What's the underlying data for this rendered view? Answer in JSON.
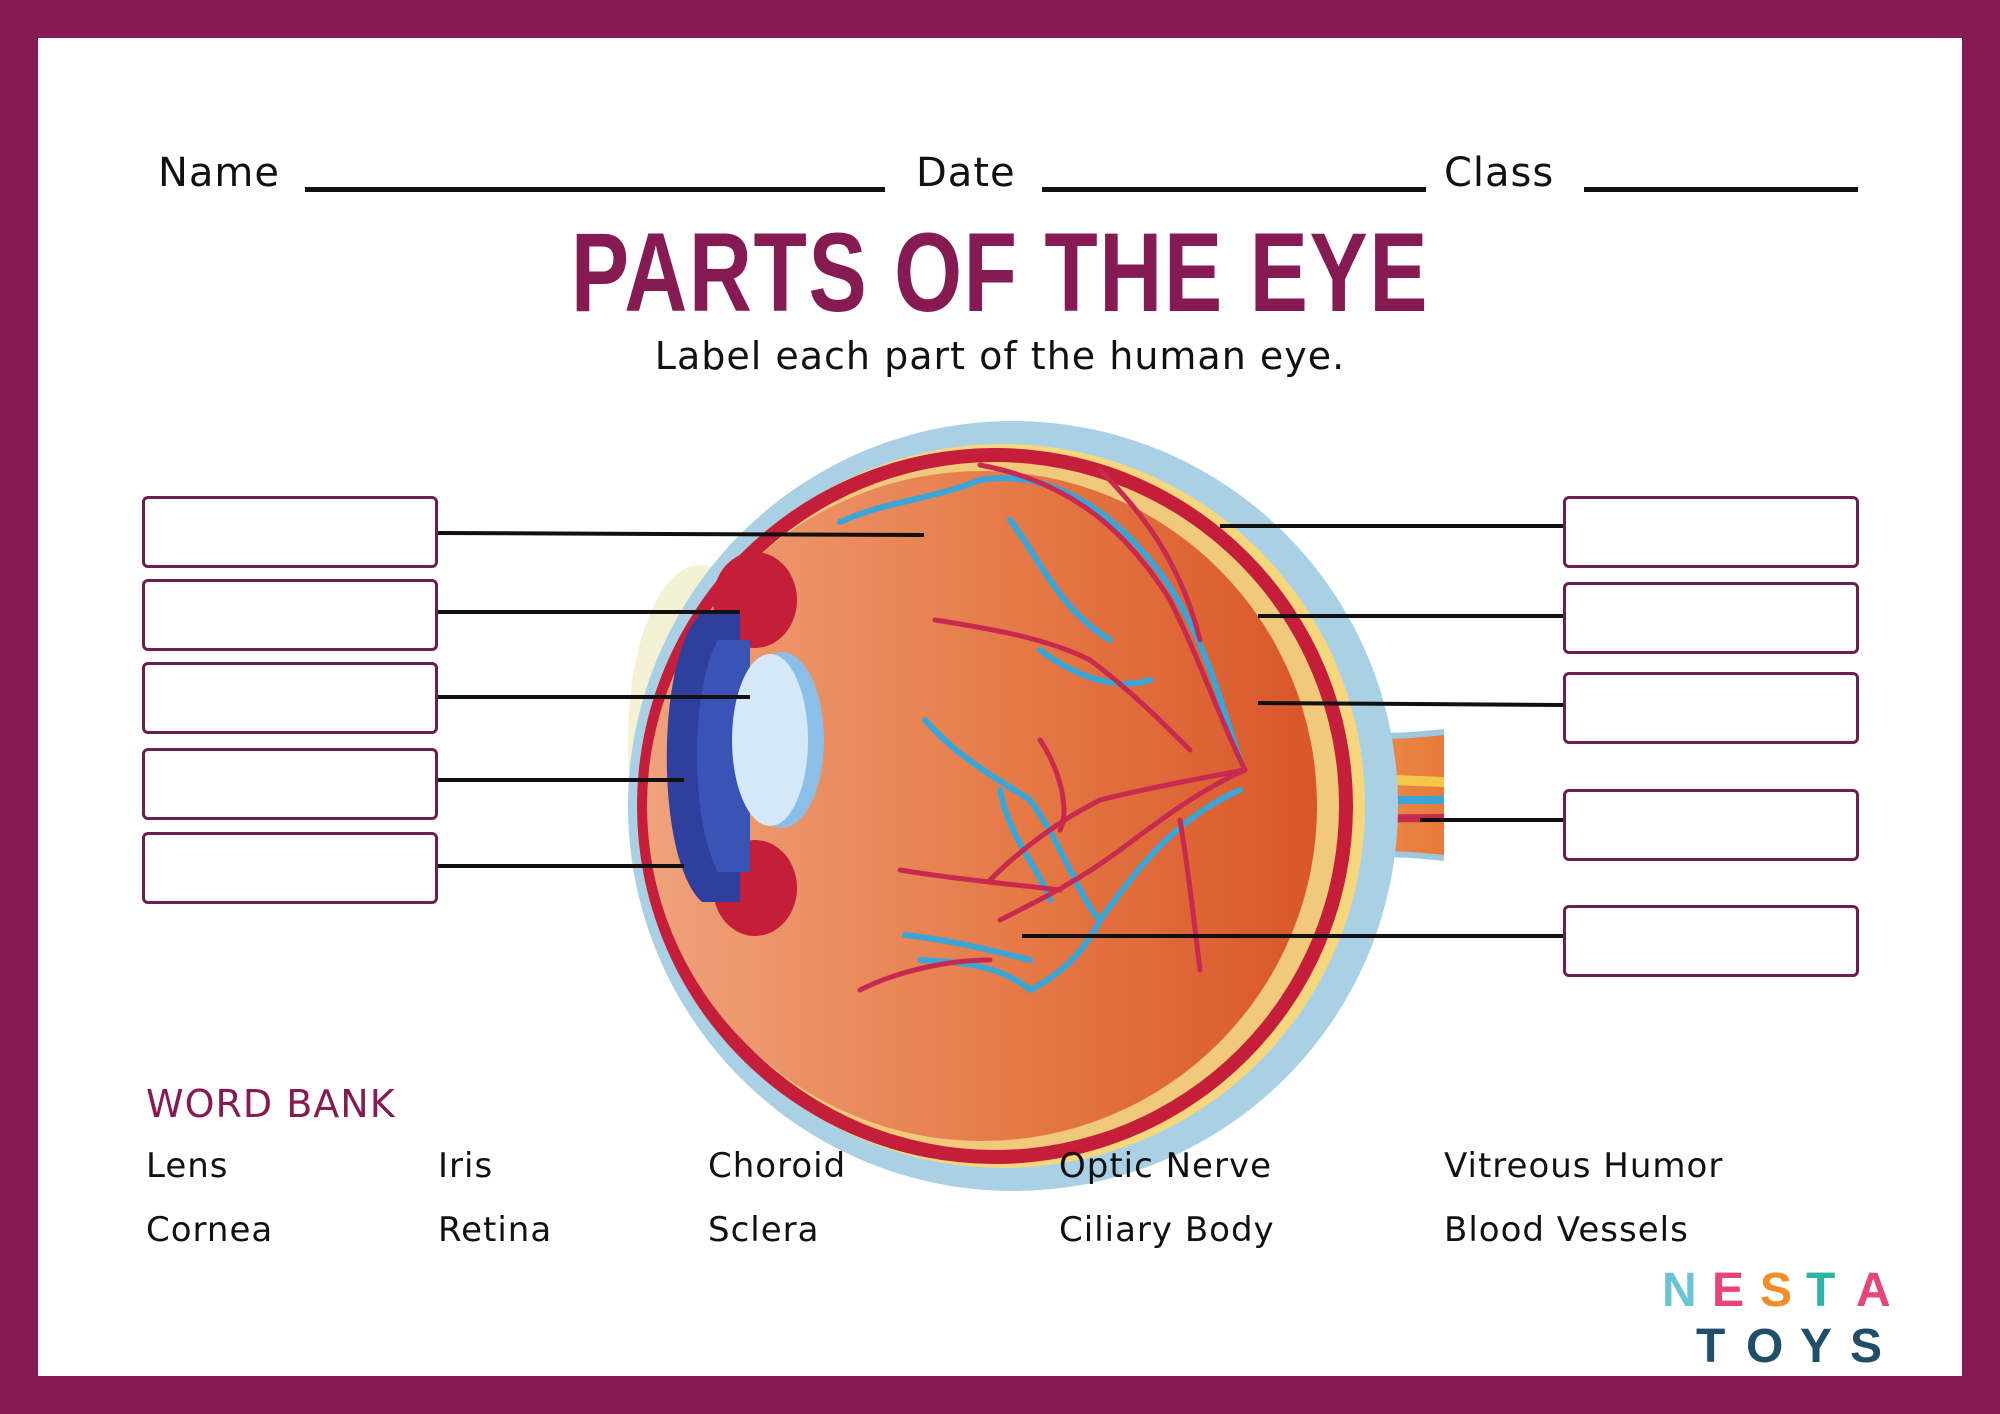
{
  "header": {
    "name_label": "Name",
    "date_label": "Date",
    "class_label": "Class"
  },
  "title": "PARTS OF THE EYE",
  "subtitle": "Label each part of the human eye.",
  "label_boxes": {
    "left": [
      "",
      "",
      "",
      "",
      ""
    ],
    "right": [
      "",
      "",
      "",
      "",
      ""
    ]
  },
  "word_bank": {
    "heading": "WORD BANK",
    "row1": [
      "Lens",
      "Iris",
      "Choroid",
      "Optic Nerve",
      "Vitreous Humor"
    ],
    "row2": [
      "Cornea",
      "Retina",
      "Sclera",
      "Ciliary Body",
      "Blood Vessels"
    ]
  },
  "logo": {
    "line1": "NESTA",
    "line2": "TOYS"
  },
  "colors": {
    "border": "#861a52",
    "title": "#861a52",
    "box_border": "#6b1f4e",
    "sclera_red": "#c41e3a",
    "vitreous": "#e8743f",
    "vessels_blue": "#3aa6d8",
    "vessels_red": "#c8294f"
  },
  "icons": {
    "logo": "nesta-toys-logo"
  }
}
